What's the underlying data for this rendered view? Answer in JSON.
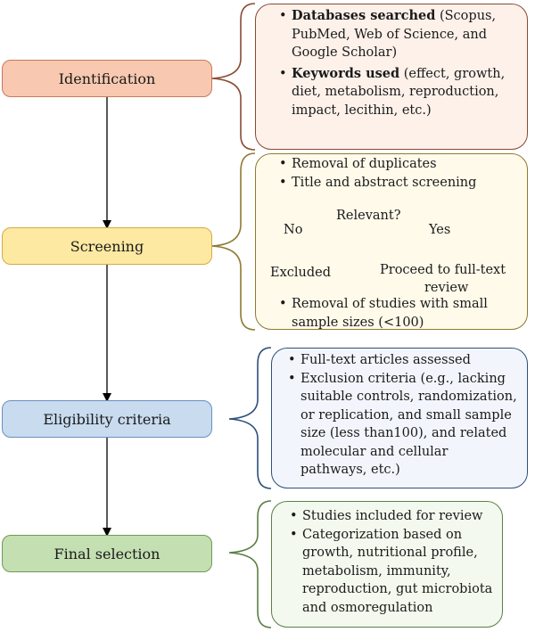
{
  "colors": {
    "identification": {
      "fill": "#f8c8b0",
      "border": "#c57a5a",
      "panel_fill": "#fdf1ea",
      "panel_border": "#8a4a34"
    },
    "screening": {
      "fill": "#fde9a2",
      "border": "#d4ac45",
      "panel_fill": "#fffaea",
      "panel_border": "#8f7a30"
    },
    "eligibility": {
      "fill": "#c8dbef",
      "border": "#6a8fbf",
      "panel_fill": "#f2f6fc",
      "panel_border": "#2f4f7a"
    },
    "final": {
      "fill": "#c4dfb2",
      "border": "#6f9a55",
      "panel_fill": "#f3f9ee",
      "panel_border": "#5b7f45"
    },
    "arrow": "#000000"
  },
  "stages": [
    {
      "id": "identification",
      "label": "Identification"
    },
    {
      "id": "screening",
      "label": "Screening"
    },
    {
      "id": "eligibility",
      "label": "Eligibility criteria"
    },
    {
      "id": "final",
      "label": "Final selection"
    }
  ],
  "identification_panel": {
    "items": [
      {
        "bold": "Databases searched",
        "text": " (Scopus, PubMed, Web of Science, and Google Scholar)"
      },
      {
        "bold": "Keywords used",
        "text": " (effect, growth, diet, metabolism, reproduction, impact, lecithin, etc.)"
      }
    ]
  },
  "screening_panel": {
    "items": [
      "Removal of duplicates",
      "Title and abstract screening"
    ],
    "decision": {
      "question": "Relevant?",
      "no_label": "No",
      "yes_label": "Yes",
      "no_outcome": "Excluded",
      "yes_outcome_line1": "Proceed to full-text",
      "yes_outcome_line2": "review"
    },
    "final_item": "Removal of studies with small sample sizes (<100)"
  },
  "eligibility_panel": {
    "items": [
      "Full-text articles assessed",
      "Exclusion criteria (e.g., lacking suitable controls, randomization, or replication, and small sample size (less than100), and related molecular and cellular pathways, etc.)"
    ]
  },
  "final_panel": {
    "items": [
      "Studies included for review",
      "Categorization based on growth, nutritional profile, metabolism, immunity, reproduction, gut microbiota and osmoregulation"
    ]
  }
}
